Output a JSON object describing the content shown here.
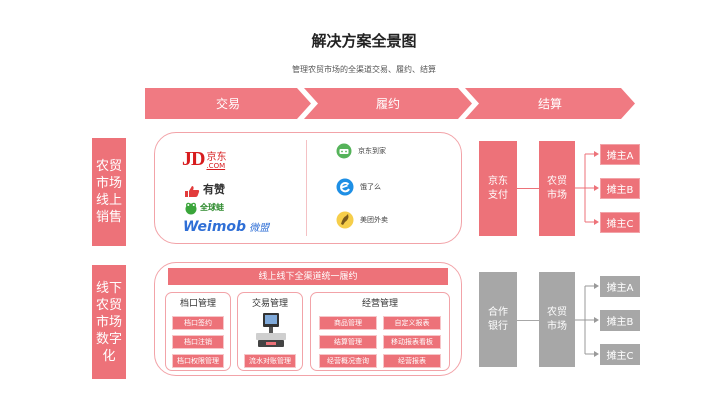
{
  "title": "解决方案全景图",
  "subtitle": "管理农贸市场的全渠道交易、履约、结算",
  "stages": [
    "交易",
    "履约",
    "结算"
  ],
  "online": {
    "row_label": "农贸\n市场\n线上\n销售",
    "logos": {
      "jd_mark": "JD",
      "jd_cn": "京东",
      "jd_com": ".COM",
      "youzan": "有赞",
      "quanqiubuy": "全球蛙",
      "weimob": "Weimob",
      "weimob_cn": "微盟"
    },
    "o2o": [
      "京东到家",
      "饿了么",
      "美团外卖"
    ],
    "payment": "京东\n支付",
    "market": "农贸\n市场",
    "vendors": [
      "摊主A",
      "摊主B",
      "摊主C"
    ]
  },
  "offline": {
    "row_label": "线下\n农贸\n市场\n数字\n化",
    "banner": "线上线下全渠道统一履约",
    "stall_mgmt": {
      "title": "档口管理",
      "items": [
        "档口签约",
        "档口注销",
        "档口权限管理"
      ]
    },
    "trade_mgmt": {
      "title": "交易管理",
      "items": [
        "流水对账管理"
      ]
    },
    "ops_mgmt": {
      "title": "经营管理",
      "items": [
        "商品管理",
        "自定义报表",
        "结算管理",
        "移动报表看板",
        "经营概况查询",
        "经营报表"
      ]
    },
    "bank": "合作\n银行",
    "market": "农贸\n市场",
    "vendors": [
      "摊主A",
      "摊主B",
      "摊主C"
    ]
  },
  "colors": {
    "accent": "#ed7279",
    "chevron": "#f07a82",
    "grey": "#a7a7a7",
    "frame": "#f2a3a8"
  }
}
